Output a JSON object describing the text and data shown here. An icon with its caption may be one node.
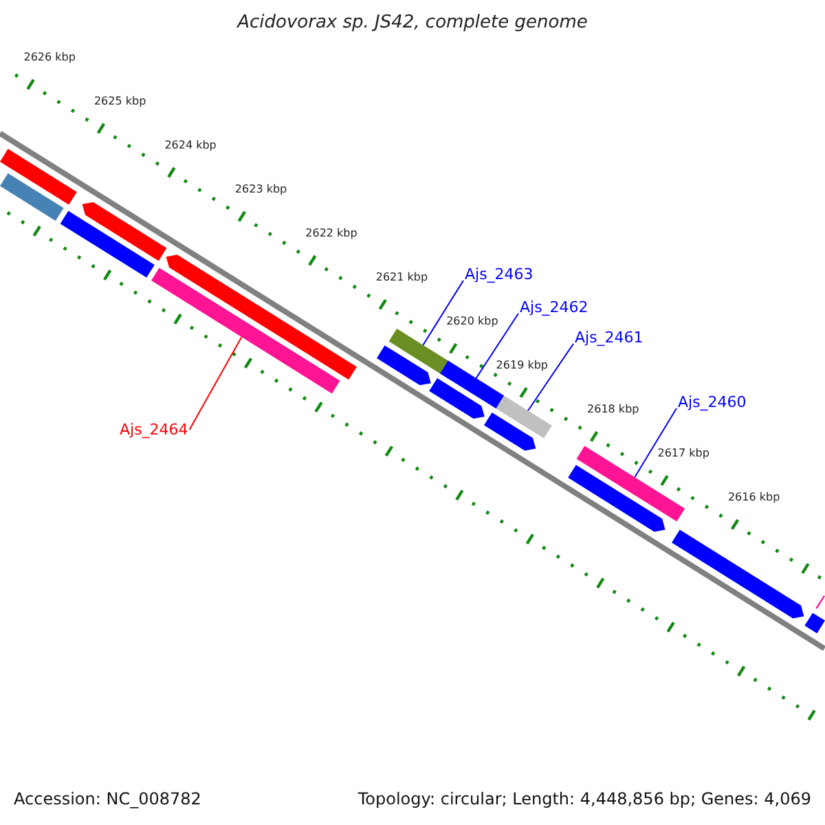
{
  "diagram": {
    "title": "Acidovorax sp. JS42, complete genome",
    "nodes": [
      {
        "text": [
          "Ajs_2464"
        ]
      },
      {
        "text": [],
        "shape": "bar"
      },
      {
        "text": [
          "Ajs_2463"
        ]
      },
      {
        "text": [],
        "shape": "bar"
      },
      {
        "text": [
          "Ajs_2462"
        ]
      },
      {
        "text": [],
        "shape": "bar"
      },
      {
        "text": [
          "Ajs_2461"
        ]
      },
      {
        "text": [],
        "shape": "bar"
      },
      {
        "text": [
          "Ajs_2460"
        ]
      },
      {
        "text": [],
        "shape": "bar"
      }
    ],
    "edges": [
      {
        "from": 0,
        "to": 1,
        "arrow": "none",
        "color": "#ff0000"
      },
      {
        "from": 2,
        "to": 3,
        "arrow": "none"
      },
      {
        "from": 4,
        "to": 5,
        "arrow": "none"
      },
      {
        "from": 6,
        "to": 7,
        "arrow": "none"
      },
      {
        "from": 8,
        "to": 9,
        "arrow": "none"
      }
    ],
    "labels": [
      "2626 kbp",
      "2625 kbp",
      "2624 kbp",
      "2623 kbp",
      "2622 kbp",
      "2621 kbp",
      "2620 kbp",
      "2619 kbp",
      "2618 kbp",
      "2617 kbp",
      "2616 kbp",
      "Accession: NC_008782",
      "Topology: circular; Length: 4,448,856 bp; Genes: 4,069"
    ]
  }
}
